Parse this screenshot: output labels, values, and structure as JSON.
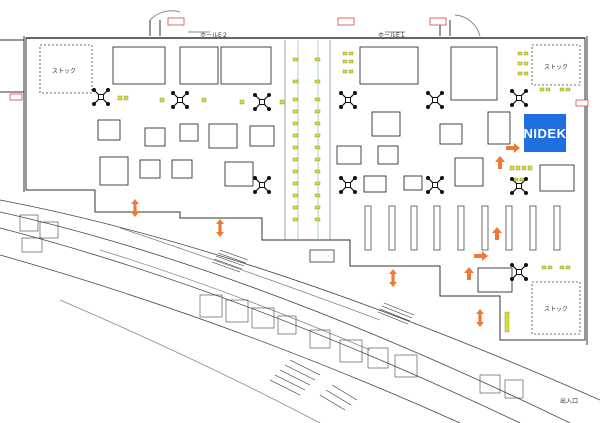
{
  "labels": {
    "hall_e2": "ホールE２",
    "hall_e1": "ホールE１",
    "stock_left": "ストック",
    "stock_right_top": "ストック",
    "stock_right_bottom": "ストック",
    "exhibitor": "NIDEK",
    "entrance": "出入口"
  },
  "colors": {
    "booth_highlight": "#1f6fe0",
    "arrow": "#f07838",
    "lift_tag": "#d84848",
    "bench": "#d8e02a",
    "lines": "#333333"
  },
  "icons": [
    "direction-arrow-icon",
    "pillar-icon",
    "exit-sign-icon"
  ]
}
